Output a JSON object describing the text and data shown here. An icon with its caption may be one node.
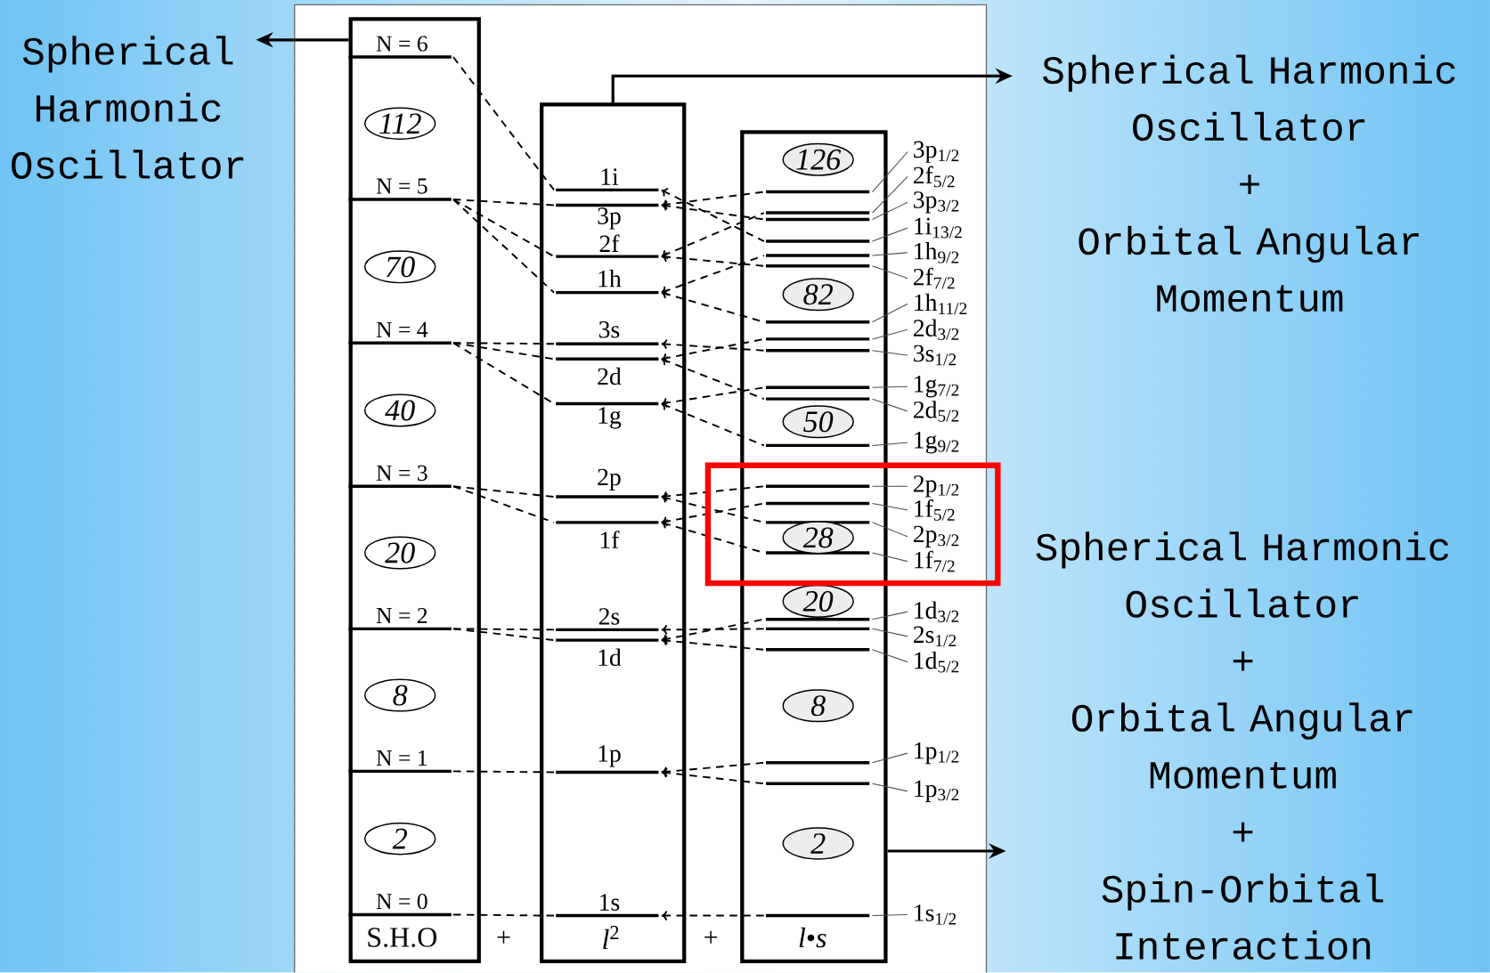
{
  "diagram": {
    "nodes": [
      {
        "text": [
          "S.H.O"
        ]
      },
      {
        "text": [
          "*l*$^{2}$"
        ]
      },
      {
        "text": [
          "*l*•*s*"
        ]
      },
      {
        "text": [
          "Spherical Harmonic Oscillator"
        ]
      },
      {
        "text": [
          "Spherical Harmonic Oscillator",
          "+",
          "Orbital Angular Momentum"
        ]
      },
      {
        "text": [
          "Spherical Harmonic Oscillator",
          "+",
          "Orbital Angular Momentum",
          "+",
          "Spin-Orbital Interaction"
        ]
      }
    ],
    "edges": [
      {
        "from": 0,
        "to": 3,
        "arrow": "to"
      },
      {
        "from": 1,
        "to": 4,
        "arrow": "to"
      },
      {
        "from": 2,
        "to": 5,
        "arrow": "to"
      }
    ],
    "labels": [
      "N = 6",
      "112",
      "N = 5",
      "70",
      "N = 4",
      "40",
      "N = 3",
      "20",
      "N = 2",
      "8",
      "N = 1",
      "2",
      "N = 0",
      "1i",
      "3p",
      "2f",
      "1h",
      "3s",
      "2d",
      "1g",
      "2p",
      "1f",
      "2s",
      "1d",
      "1p",
      "1s",
      "126",
      "82",
      "50",
      "28",
      "20",
      "8",
      "2",
      "3p$_{1/2}$",
      "2f$_{5/2}$",
      "3p$_{3/2}$",
      "1i$_{13/2}$",
      "1h$_{9/2}$",
      "2f$_{7/2}$",
      "1h$_{11/2}$",
      "2d$_{3/2}$",
      "3s$_{1/2}$",
      "1g$_{7/2}$",
      "2d$_{5/2}$",
      "1g$_{9/2}$",
      "2p$_{1/2}$",
      "1f$_{5/2}$",
      "2p$_{3/2}$",
      "1f$_{7/2}$",
      "1d$_{3/2}$",
      "2s$_{1/2}$",
      "1d$_{5/2}$",
      "1p$_{1/2}$",
      "1p$_{3/2}$",
      "1s$_{1/2}$",
      "+",
      "+"
    ]
  }
}
